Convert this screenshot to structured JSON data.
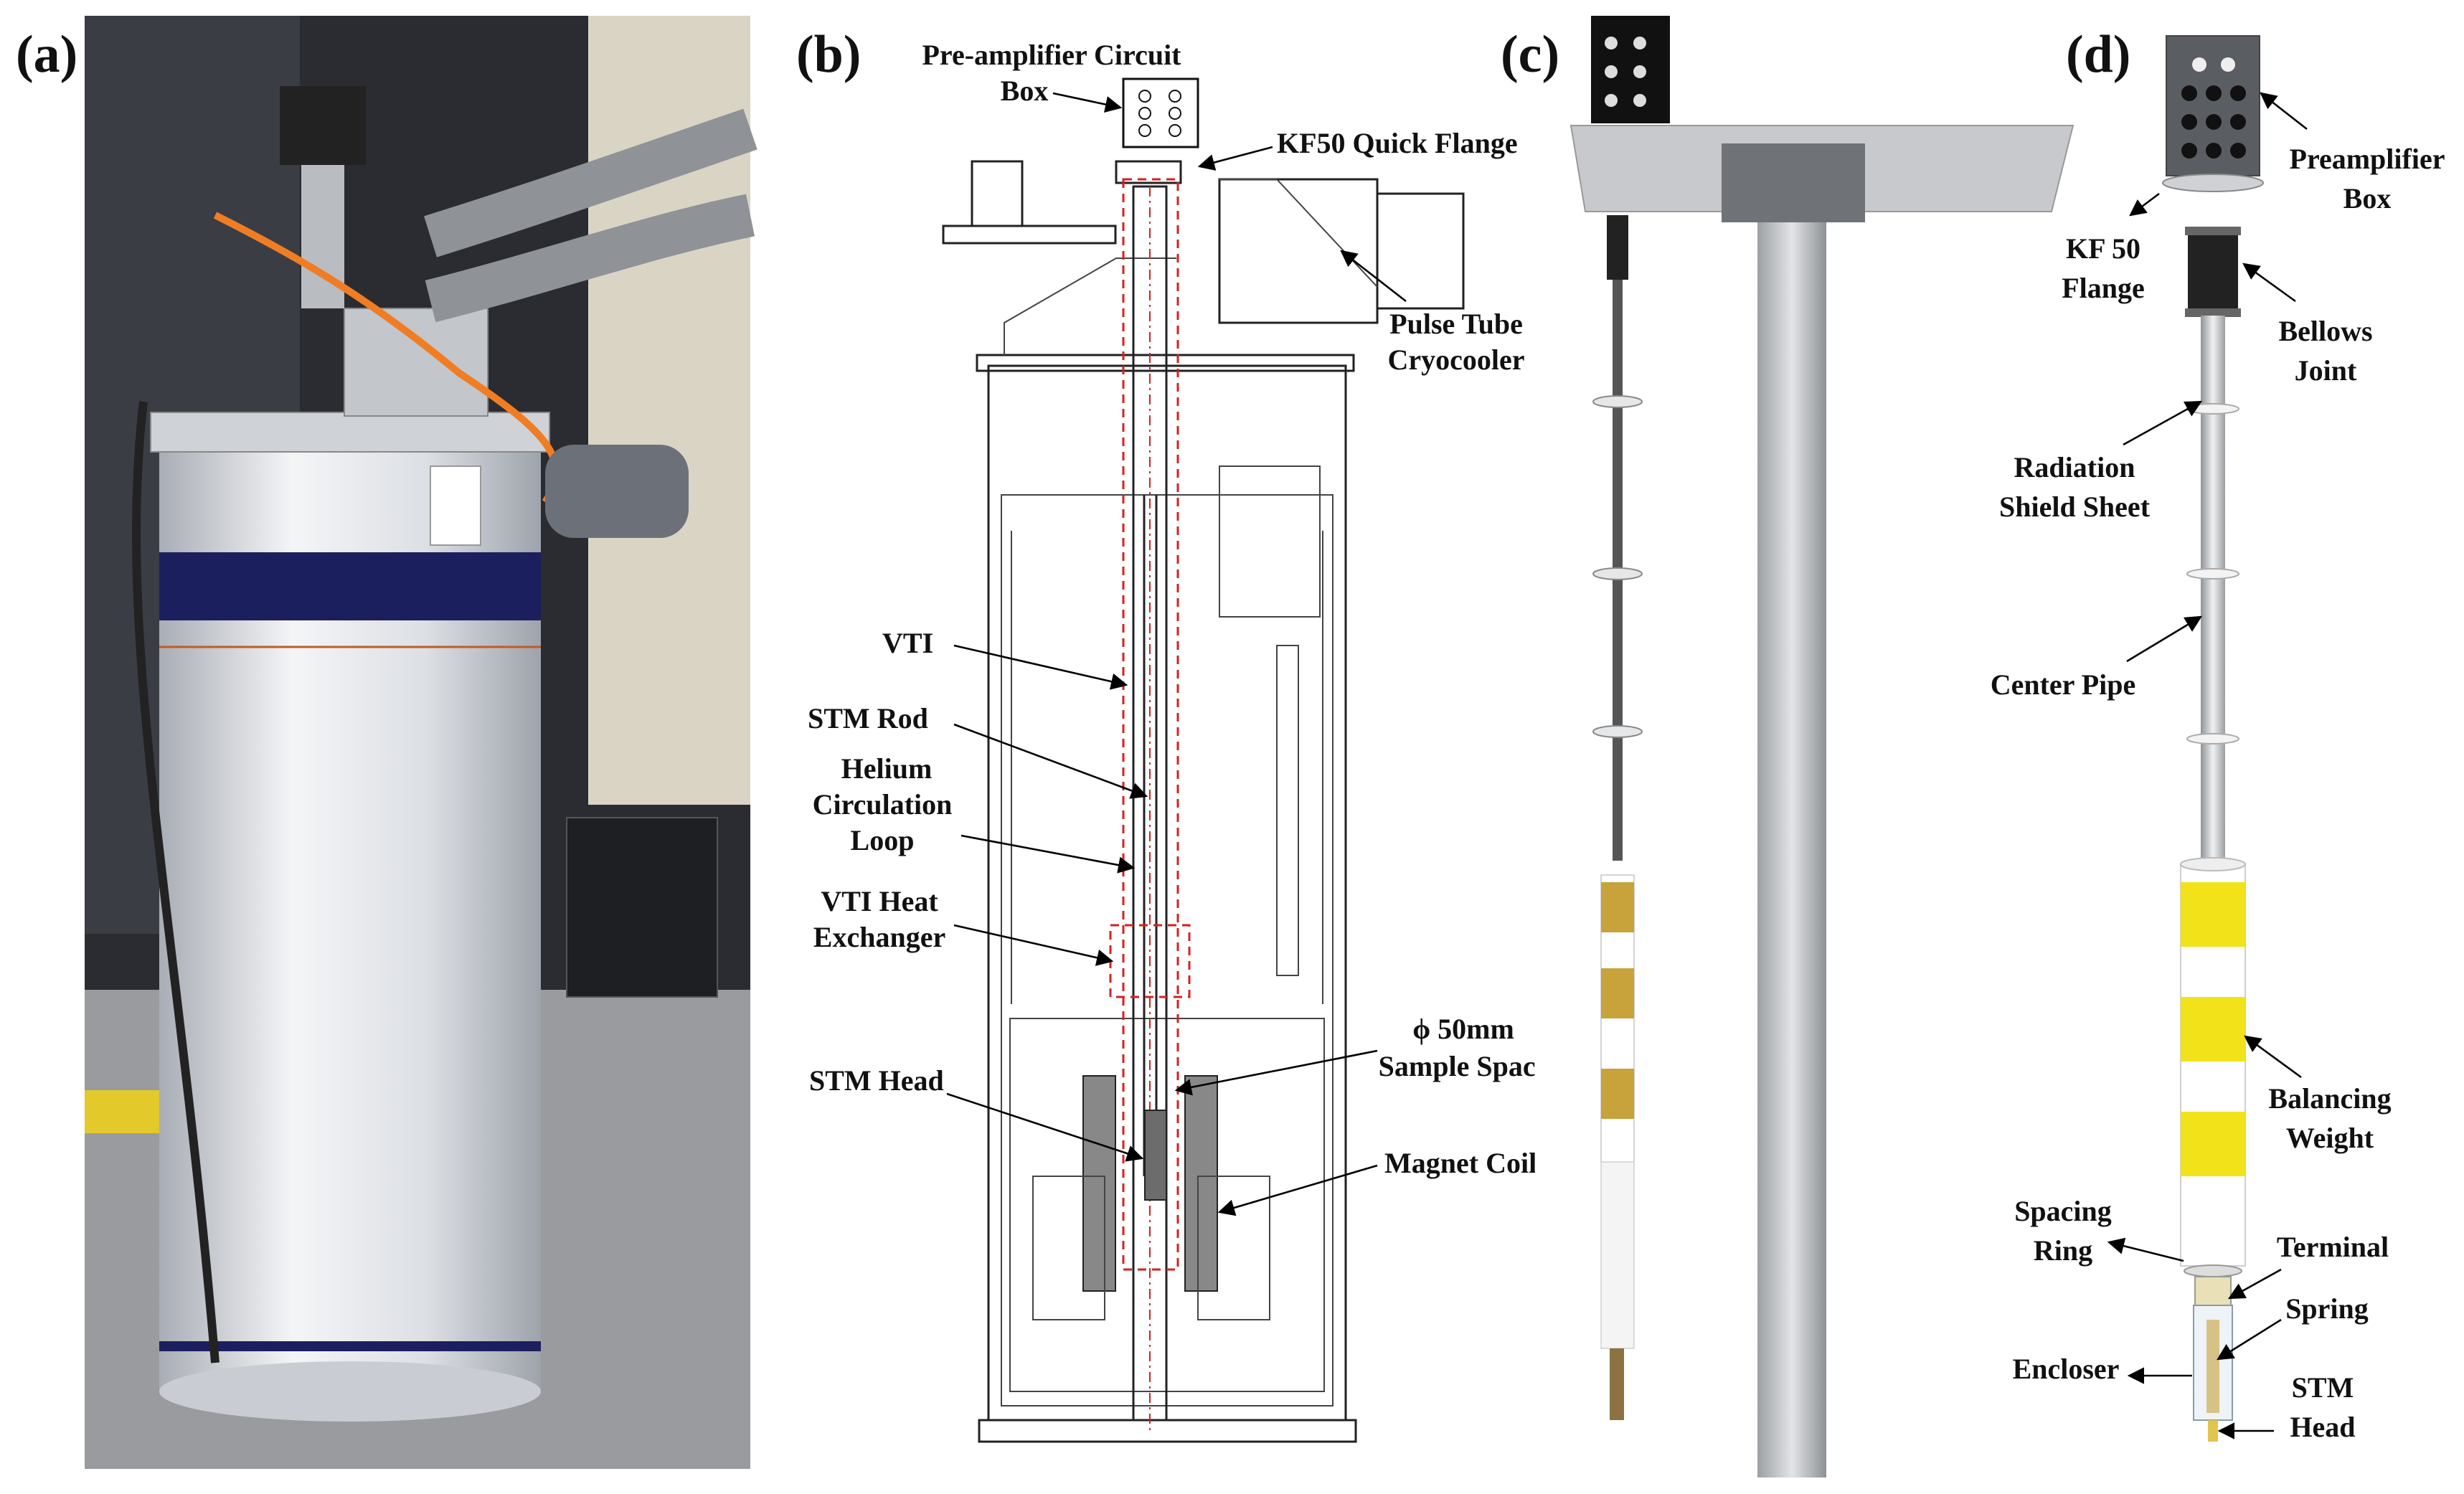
{
  "panels": {
    "a": {
      "letter": "(a)"
    },
    "b": {
      "letter": "(b)",
      "labels": {
        "preamp_line1": "Pre-amplifier Circuit",
        "preamp_line2": "Box",
        "kf50": "KF50 Quick Flange",
        "pulse_line1": "Pulse Tube",
        "pulse_line2": "Cryocooler",
        "vti": "VTI",
        "stm_rod": "STM Rod",
        "helium_line1": "Helium",
        "helium_line2": "Circulation",
        "helium_line3": "Loop",
        "vti_hx_line1": "VTI Heat",
        "vti_hx_line2": "Exchanger",
        "sample_line1": "ϕ 50mm",
        "sample_line2": "Sample Space",
        "stm_head": "STM Head",
        "magnet_coil": "Magnet Coil"
      }
    },
    "c": {
      "letter": "(c)"
    },
    "d": {
      "letter": "(d)",
      "labels": {
        "preamp_line1": "Preamplifier",
        "preamp_line2": "Box",
        "kf_line1": "KF 50",
        "kf_line2": "Flange",
        "bellows_line1": "Bellows",
        "bellows_line2": "Joint",
        "rad_line1": "Radiation",
        "rad_line2": "Shield Sheet",
        "center_pipe": "Center Pipe",
        "bal_line1": "Balancing",
        "bal_line2": "Weight",
        "spacing_line1": "Spacing",
        "spacing_line2": "Ring",
        "terminal": "Terminal",
        "spring": "Spring",
        "encloser": "Encloser",
        "stm_line1": "STM",
        "stm_line2": "Head"
      }
    }
  },
  "colors": {
    "dewar_white": "#e8eaee",
    "dewar_band": "#1c1f5e",
    "outline_red": "#d62020",
    "brass": "#c8a23a",
    "yellow": "#f2e21a",
    "aluminum": "#b8bcc0"
  }
}
